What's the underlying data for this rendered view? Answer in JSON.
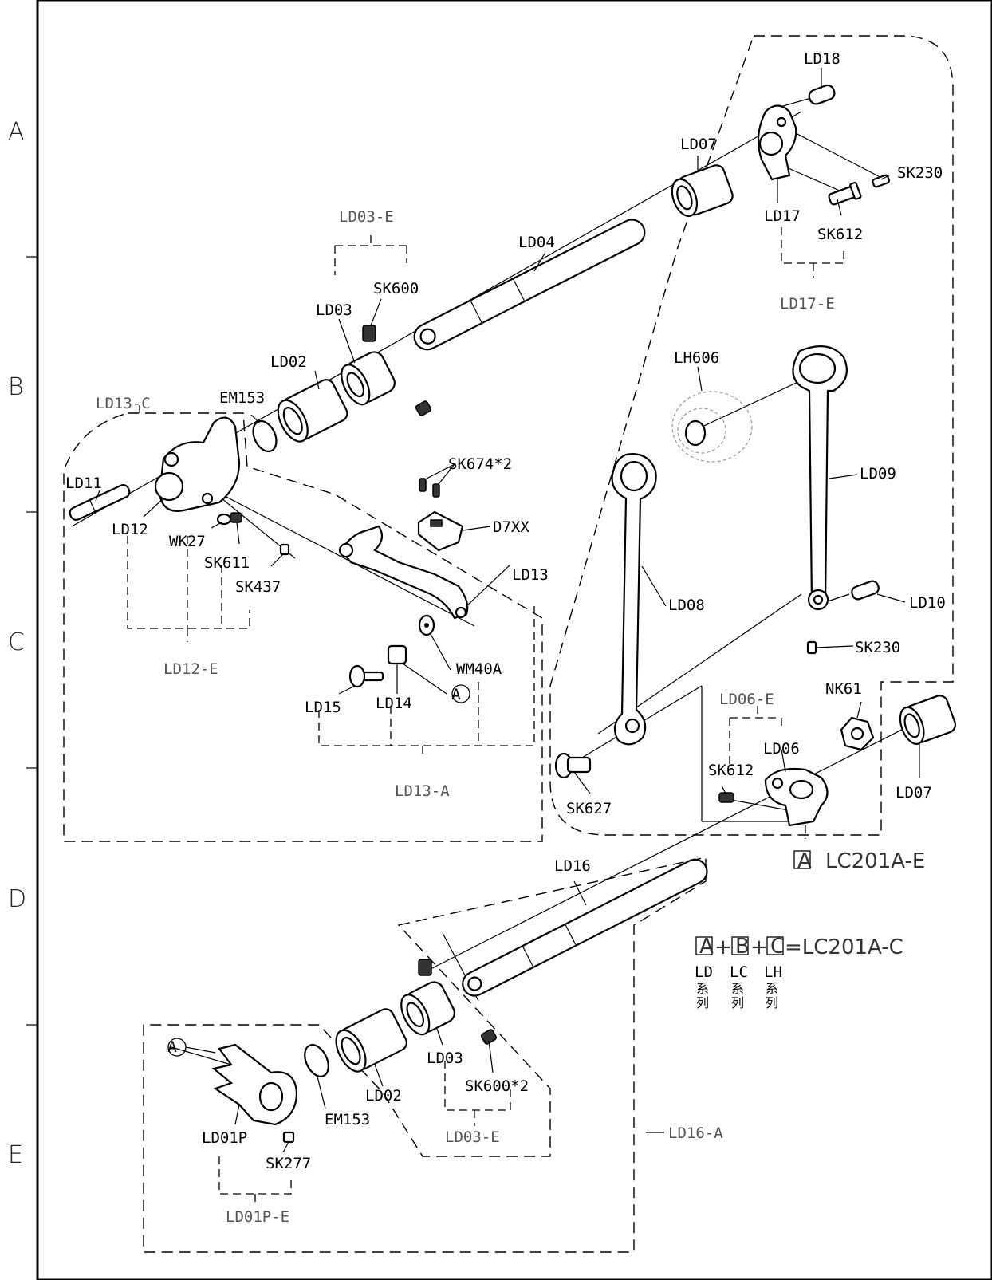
{
  "row_letters": [
    "A",
    "B",
    "C",
    "D",
    "E"
  ],
  "parts": {
    "LD18": "LD18",
    "LD07a": "LD07",
    "SK230a": "SK230",
    "LD17": "LD17",
    "SK612a": "SK612",
    "LD17E": "LD17-E",
    "LD03E_top": "LD03-E",
    "LD04": "LD04",
    "SK600": "SK600",
    "LD03a": "LD03",
    "LD02a": "LD02",
    "LH606": "LH606",
    "LD09": "LD09",
    "LD13C": "LD13-C",
    "EM153a": "EM153",
    "SK674": "SK674*2",
    "D7XX": "D7XX",
    "LD11": "LD11",
    "LD12": "LD12",
    "WK27": "WK27",
    "SK611": "SK611",
    "SK437": "SK437",
    "LD13": "LD13",
    "LD08": "LD08",
    "LD10": "LD10",
    "SK230b": "SK230",
    "LD12E": "LD12-E",
    "WM40A": "WM40A",
    "A_circ": "A",
    "LD15": "LD15",
    "LD14": "LD14",
    "LD06E": "LD06-E",
    "NK61": "NK61",
    "LD06": "LD06",
    "SK612b": "SK612",
    "LD07b": "LD07",
    "SK627": "SK627",
    "LD13A": "LD13-A",
    "boxA": "A",
    "LC201AE": "LC201A-E",
    "LD16": "LD16",
    "eq_A": "A",
    "eq_plus1": "+",
    "eq_B": "B",
    "eq_plus2": "+",
    "eq_C": "C",
    "eq_result": "=LC201A-C",
    "ser_LD": "LD",
    "ser_LC": "LC",
    "ser_LH": "LH",
    "ser_k1": "系",
    "ser_k2": "列",
    "A_circ2": "A",
    "LD03b": "LD03",
    "SK6002": "SK600*2",
    "LD02b": "LD02",
    "EM153b": "EM153",
    "LD01P": "LD01P",
    "SK277": "SK277",
    "LD03E_bot": "LD03-E",
    "LD16A": "LD16-A",
    "LD01PE": "LD01P-E"
  }
}
